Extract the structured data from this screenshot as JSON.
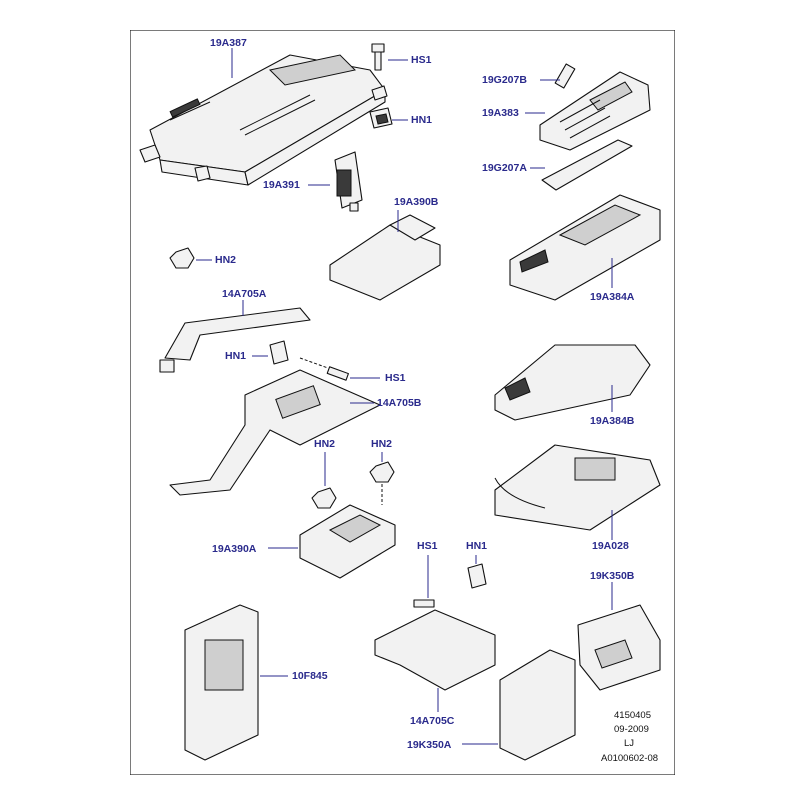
{
  "labels": {
    "l19A387": "19A387",
    "lHS1a": "HS1",
    "lHN1a": "HN1",
    "l19A391": "19A391",
    "l19G207B": "19G207B",
    "l19A383": "19A383",
    "l19G207A": "19G207A",
    "l19A390B": "19A390B",
    "lHN2a": "HN2",
    "l14A705A": "14A705A",
    "l19A384A": "19A384A",
    "lHN1b": "HN1",
    "lHS1b": "HS1",
    "l14A705B": "14A705B",
    "l19A384B": "19A384B",
    "lHN2b": "HN2",
    "lHN2c": "HN2",
    "l19A390A": "19A390A",
    "l19A028": "19A028",
    "lHS1c": "HS1",
    "lHN1c": "HN1",
    "l19K350B": "19K350B",
    "l10F845": "10F845",
    "l14A705C": "14A705C",
    "l19K350A": "19K350A"
  },
  "meta": {
    "ref": "4150405",
    "date": "09-2009",
    "initials": "LJ",
    "code": "A0100602-08"
  }
}
